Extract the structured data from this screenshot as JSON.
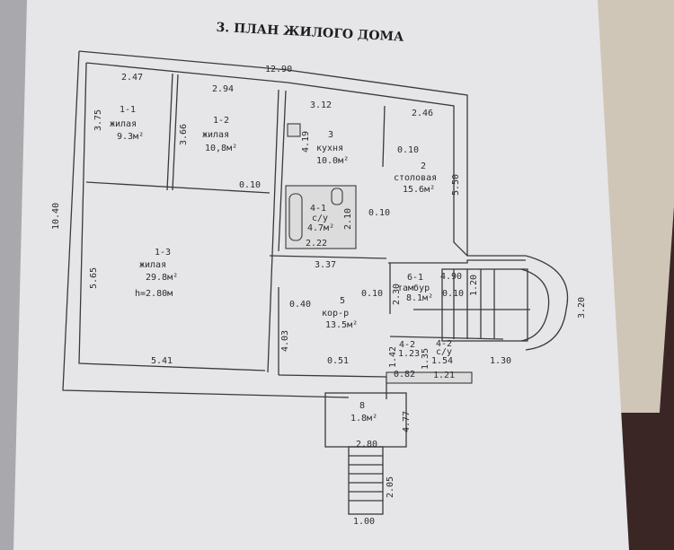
{
  "title": "3. ПЛАН ЖИЛОГО ДОМА",
  "dims": {
    "total_width": "12.90",
    "d247": "2.47",
    "d294": "2.94",
    "d375": "3.75",
    "d366": "3.66",
    "d312": "3.12",
    "d246": "2.46",
    "d419": "4.19",
    "d010a": "0.10",
    "d550": "5.50",
    "d010b": "0.10",
    "d210": "2.10",
    "d010c": "0.10",
    "d222": "2.22",
    "d337": "3.37",
    "d565": "5.65",
    "d1040": "10.40",
    "d490": "4.90",
    "d120": "1.20",
    "d010d": "0.10",
    "d010e": "0.10",
    "d230": "2.30",
    "d320": "3.20",
    "d040": "0.40",
    "d403": "4.03",
    "d142": "1.42",
    "d135": "1.35",
    "d082": "0.82",
    "d121": "1.21",
    "d130": "1.30",
    "d051": "0.51",
    "d541": "5.41",
    "d477": "4.77",
    "d280": "2.80",
    "d205": "2.05",
    "d100": "1.00"
  },
  "rooms": [
    {
      "id": "1-1",
      "name": "жилая",
      "area": "9.3м²"
    },
    {
      "id": "1-2",
      "name": "жилая",
      "area": "10,8м²"
    },
    {
      "id": "3",
      "name": "кухня",
      "area": "10.0м²"
    },
    {
      "id": "2",
      "name": "столовая",
      "area": "15.6м²"
    },
    {
      "id": "4-1",
      "name": "с/у",
      "area": "4.7м²"
    },
    {
      "id": "1-3",
      "name": "жилая",
      "area": "29.8м²",
      "height": "h=2.80м"
    },
    {
      "id": "6-1",
      "name": "тамбур",
      "area": "8.1м²"
    },
    {
      "id": "5",
      "name": "кор-р",
      "area": "13.5м²"
    },
    {
      "id": "4-2",
      "name": "",
      "area": "1.23"
    },
    {
      "id": "4-2",
      "name": "с/у",
      "area": "1.54"
    },
    {
      "id": "8",
      "name": "",
      "area": "1.8м²"
    }
  ]
}
